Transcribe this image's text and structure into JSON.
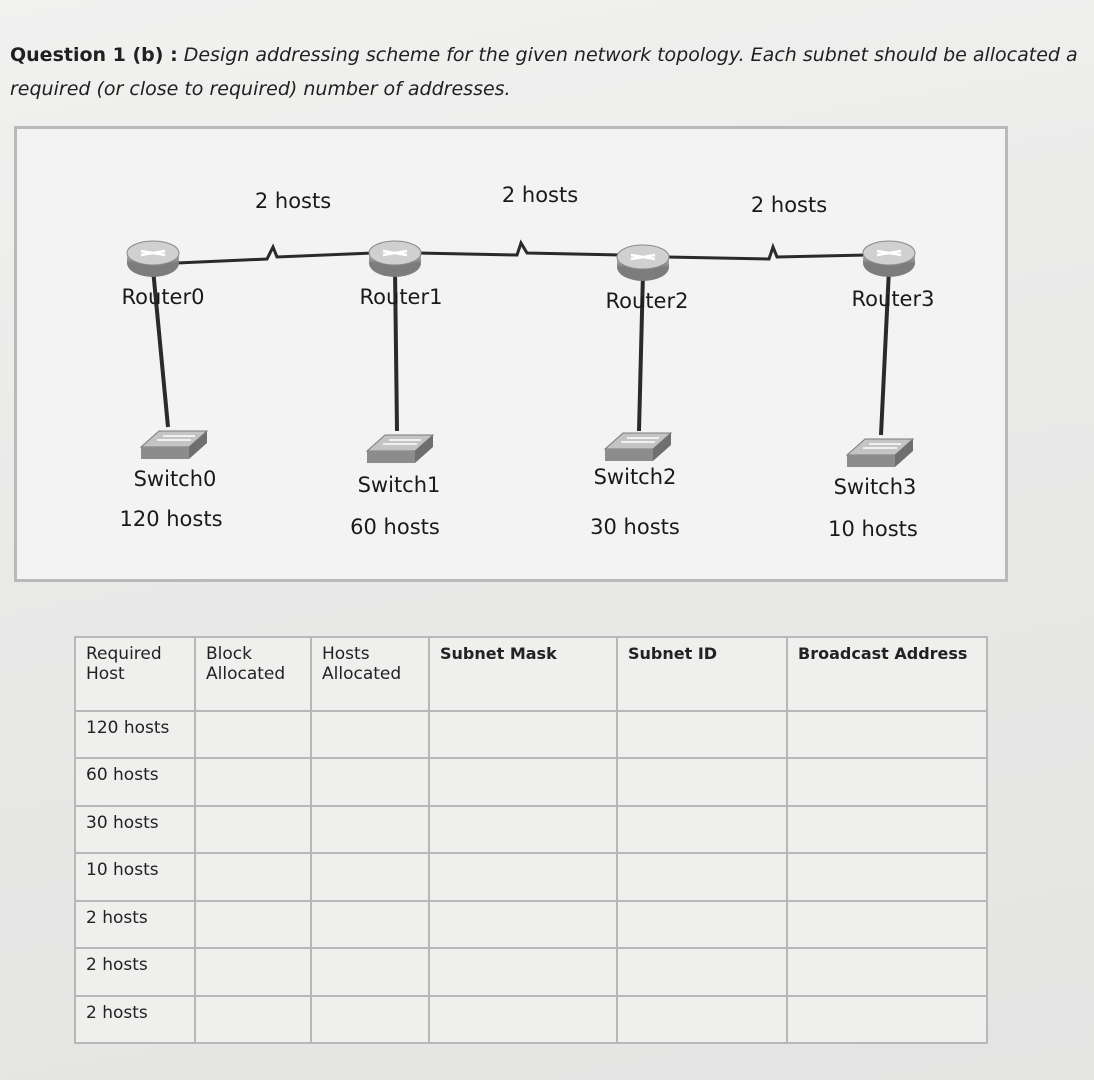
{
  "question": {
    "label": "Question 1 (b) :",
    "text": "Design addressing scheme for the given network topology. Each subnet should be allocated a required (or close to required) number of addresses."
  },
  "topology": {
    "routers": [
      "Router0",
      "Router1",
      "Router2",
      "Router3"
    ],
    "switches": [
      "Switch0",
      "Switch1",
      "Switch2",
      "Switch3"
    ],
    "lan_hosts": [
      "120 hosts",
      "60 hosts",
      "30 hosts",
      "10 hosts"
    ],
    "wan_links": [
      "2 hosts",
      "2 hosts",
      "2 hosts"
    ]
  },
  "table": {
    "headers": [
      "Required Host",
      "Block Allocated",
      "Hosts Allocated",
      "Subnet Mask",
      "Subnet ID",
      "Broadcast Address"
    ],
    "rows": [
      [
        "120 hosts",
        "",
        "",
        "",
        "",
        ""
      ],
      [
        "60 hosts",
        "",
        "",
        "",
        "",
        ""
      ],
      [
        "30 hosts",
        "",
        "",
        "",
        "",
        ""
      ],
      [
        "10 hosts",
        "",
        "",
        "",
        "",
        ""
      ],
      [
        "2 hosts",
        "",
        "",
        "",
        "",
        ""
      ],
      [
        "2 hosts",
        "",
        "",
        "",
        "",
        ""
      ],
      [
        "2 hosts",
        "",
        "",
        "",
        "",
        ""
      ]
    ]
  },
  "colors": {
    "paper": "#ececeb",
    "device_gray": "#9a9a9a",
    "grid_line": "#b8b8b8"
  },
  "icons": [
    "router-icon",
    "switch-icon",
    "serial-link-icon",
    "ethernet-link-icon"
  ]
}
